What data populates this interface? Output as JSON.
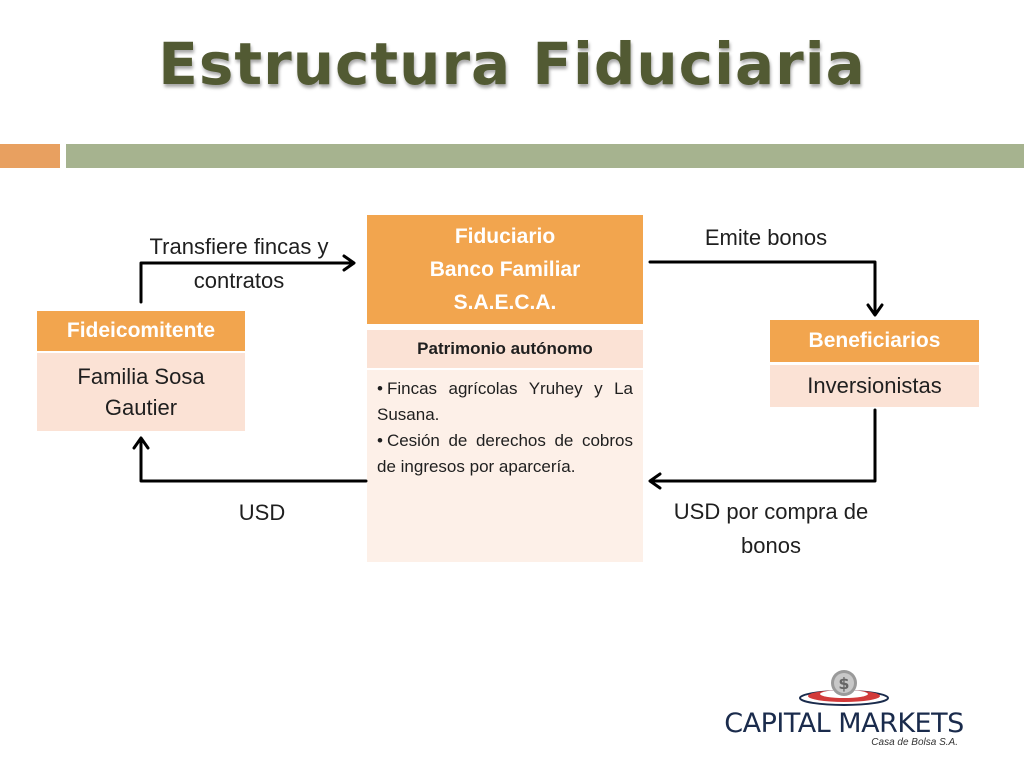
{
  "title": "Estructura Fiduciaria",
  "fideicomitente": {
    "header": "Fideicomitente",
    "body_lines": [
      "Familia Sosa",
      "Gautier"
    ]
  },
  "fiduciario": {
    "header_lines": [
      "Fiduciario",
      "Banco Familiar",
      "S.A.E.C.A."
    ],
    "patrimonio_header": "Patrimonio autónomo",
    "bullets": [
      "Fincas agrícolas Yruhey y La Susana.",
      "Cesión de derechos de cobros de ingresos por aparcería."
    ]
  },
  "beneficiarios": {
    "header": "Beneficiarios",
    "body": "Inversionistas"
  },
  "edges": {
    "transfiere_lines": [
      "Transfiere fincas y",
      "contratos"
    ],
    "emite": "Emite bonos",
    "usd": "USD",
    "usd_compra_lines": [
      "USD por compra de",
      "bonos"
    ]
  },
  "logo": {
    "name": "CAPITAL MARKETS",
    "subtitle": "Casa de Bolsa S.A.",
    "icon": "dollar-coin-icon"
  },
  "colors": {
    "title": "#525a33",
    "header_orange": "#f2a54e",
    "body_peach": "#fbe2d5",
    "bar_green": "#a6b38f",
    "bar_orange": "#e8a060"
  }
}
